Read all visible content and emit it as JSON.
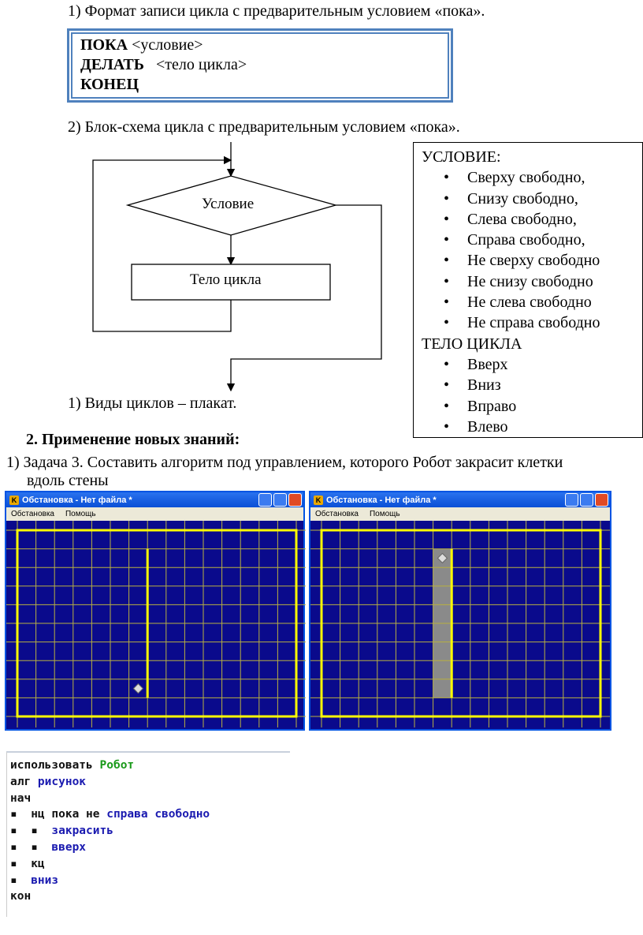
{
  "item1": "1)  Формат записи цикла с предварительным условием «пока».",
  "syntax": {
    "l1kw": "ПОКА",
    "l1": " <условие>",
    "l2kw": "ДЕЛАТЬ",
    "l2": "   <тело цикла>",
    "l3kw": "КОНЕЦ"
  },
  "item2": "2)  Блок-схема цикла с предварительным условием «пока».",
  "flow": {
    "condition": "Условие",
    "body": "Тело цикла"
  },
  "item3": "1)  Виды циклов – плакат.",
  "legend": {
    "cond_title": "УСЛОВИЕ:",
    "cond_items": [
      "Сверху свободно,",
      "Снизу свободно,",
      "Слева свободно,",
      "Справа свободно,",
      "Не сверху свободно",
      "Не снизу свободно",
      "Не слева свободно",
      "Не справа свободно"
    ],
    "body_title": "ТЕЛО ЦИКЛА",
    "body_items": [
      "Вверх",
      "Вниз",
      "Вправо",
      "Влево"
    ]
  },
  "section": "2.  Применение новых знаний:",
  "task": "1)  Задача 3. Составить алгоритм под управлением, которого Робот закрасит клетки",
  "task2": "вдоль стены",
  "window": {
    "title": "Обстановка - Нет файла *",
    "icon": "K",
    "menu": [
      "Обстановка",
      "Помощь"
    ]
  },
  "program": [
    {
      "parts": [
        [
          "kw",
          "использовать "
        ],
        [
          "gr",
          "Робот"
        ]
      ]
    },
    {
      "parts": [
        [
          "kw",
          "алг "
        ],
        [
          "bl",
          "рисунок"
        ]
      ]
    },
    {
      "parts": [
        [
          "kw",
          "нач"
        ]
      ]
    },
    {
      "parts": [
        [
          "kw",
          "▪  нц пока не "
        ],
        [
          "bl",
          "справа свободно"
        ]
      ]
    },
    {
      "parts": [
        [
          "kw",
          "▪  ▪  "
        ],
        [
          "bl",
          "закрасить"
        ]
      ]
    },
    {
      "parts": [
        [
          "kw",
          "▪  ▪  "
        ],
        [
          "bl",
          "вверх"
        ]
      ]
    },
    {
      "parts": [
        [
          "kw",
          "▪  кц"
        ]
      ]
    },
    {
      "parts": [
        [
          "kw",
          "▪  "
        ],
        [
          "bl",
          "вниз"
        ]
      ]
    },
    {
      "parts": [
        [
          "kw",
          "кон"
        ]
      ]
    }
  ]
}
